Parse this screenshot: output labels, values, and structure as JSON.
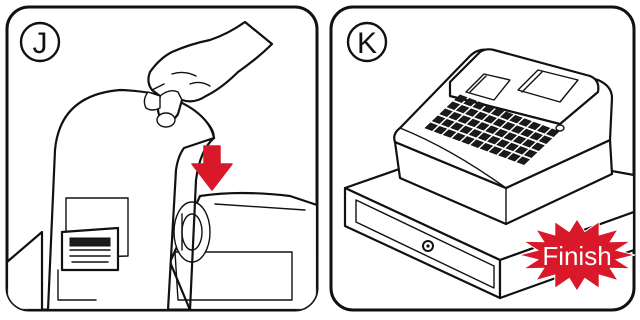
{
  "panels": [
    {
      "step": "J"
    },
    {
      "step": "K",
      "badge": {
        "label": "Finish",
        "color": "#d9182a"
      }
    }
  ],
  "colors": {
    "arrow": "#d9182a",
    "frame": "#111111",
    "background": "#ffffff"
  },
  "icons": {
    "pointer": "down-arrow-icon"
  }
}
